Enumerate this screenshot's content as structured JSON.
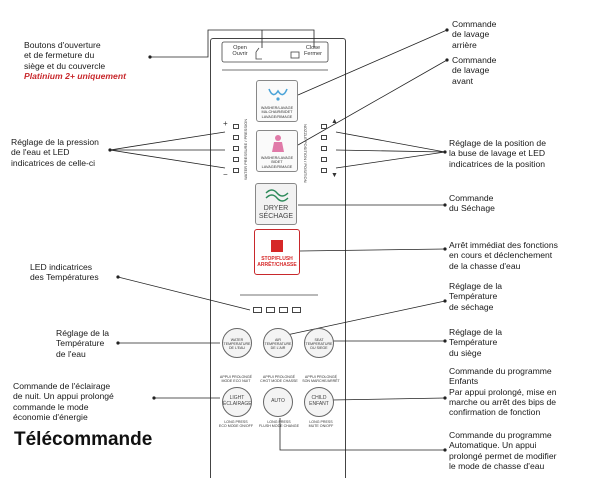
{
  "title": "Télécommande",
  "labels": {
    "boutons": [
      "Boutons d'ouverture",
      "et de fermeture du",
      "siège et du  couvercle"
    ],
    "boutons_note": "Platinium 2+ uniquement",
    "pression": [
      "Réglage de la pression",
      "de l'eau et LED",
      "indicatrices de celle-ci"
    ],
    "led_temp": [
      "LED indicatrices",
      "des Températures"
    ],
    "temp_eau": [
      "Réglage de la",
      "Température",
      "de l'eau"
    ],
    "eclairage": [
      "Commande de l'éclairage",
      "de nuit. Un appui prolongé",
      "commande le mode",
      "économie d'énergie"
    ],
    "lavage_arriere": [
      "Commande",
      "de lavage",
      "arrière"
    ],
    "lavage_avant": [
      "Commande",
      "de lavage",
      "avant"
    ],
    "position": [
      "Réglage de la position de",
      "la buse de lavage et LED",
      "indicatrices de la position"
    ],
    "sechage": [
      "Commande",
      "du Séchage"
    ],
    "arret": [
      "Arrêt immédiat des fonctions",
      "en cours et déclenchement",
      "de la chasse d'eau"
    ],
    "temp_sechage": [
      "Réglage de la",
      "Température",
      "de séchage"
    ],
    "temp_siege": [
      "Réglage de la",
      "Température",
      "du siège"
    ],
    "enfants": [
      "Commande du programme",
      "Enfants",
      "Par appui prolongé, mise en",
      "marche ou arrêt des bips de",
      "confirmation de fonction"
    ],
    "auto": [
      "Commande du programme",
      "Automatique. Un appui",
      "prolongé permet de modifier",
      "le mode de chasse d'eau"
    ]
  },
  "remote": {
    "open": [
      "Open",
      "Ouvrir"
    ],
    "close": [
      "Close",
      "Fermer"
    ],
    "wash_rear": [
      "WASHER/LAVAGE",
      "MA-CHAIR/BIDET",
      "LAVAGE/RIMAGE"
    ],
    "wash_front": [
      "WASHER/LAVAGE",
      "BIDET",
      "LAVAGE/RIMAGE"
    ],
    "dryer": [
      "DRYER",
      "SÉCHAGE"
    ],
    "stop": [
      "STOP/FLUSH",
      "ARRÊT/CHASSE"
    ],
    "pressure_label": "WATER PRESSURE / PRESSION",
    "position_label": "NOZZLE POSITION / POSITION",
    "water_temp": [
      "WATER",
      "TEMPERATURE",
      "DE L'EAU"
    ],
    "air_temp": [
      "AIR",
      "TEMPERATURE",
      "DE L'AIR"
    ],
    "seat_temp": [
      "SEAT",
      "TEMPERATURE",
      "DU SIEGE"
    ],
    "light": [
      "LIGHT",
      "ÉCLAIRAGE"
    ],
    "auto": "AUTO",
    "child": [
      "CHILD",
      "ENFANT"
    ],
    "hold_top_1": [
      "APPUI PROLONGÉ",
      "MODE ECO NUIT"
    ],
    "hold_top_2": [
      "APPUI PROLONGÉ",
      "CHGT MODE CHASSE"
    ],
    "hold_top_3": [
      "APPUI PROLONGÉ",
      "SON MARCHE/ARRÊT"
    ],
    "hold_bot_1": [
      "LONG PRESS",
      "ECO MODE ON/OFF"
    ],
    "hold_bot_2": [
      "LONG PRESS",
      "FLUSH MODE CHANGE"
    ],
    "hold_bot_3": [
      "LONG PRESS",
      "MUTE ON/OFF"
    ],
    "plus": "+",
    "minus": "−"
  },
  "colors": {
    "red": "#c8282c",
    "led_border": "#444444",
    "wash_icon": "#4aa3d8",
    "front_icon": "#e07aa8",
    "dryer_icon": "#2d8a5a"
  }
}
